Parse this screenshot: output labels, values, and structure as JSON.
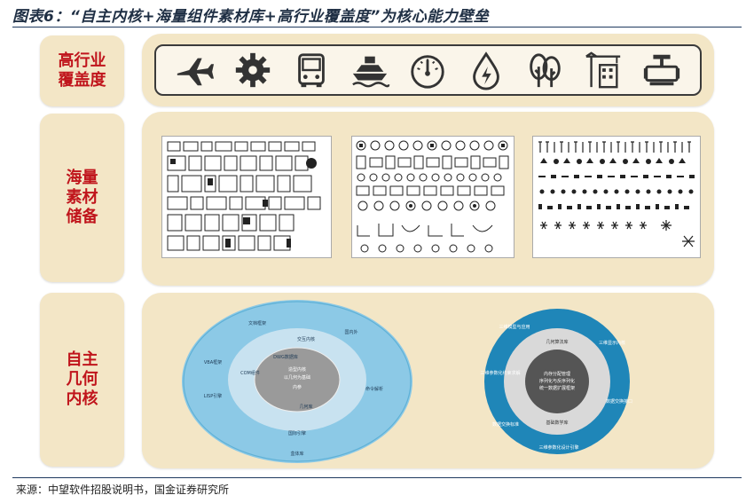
{
  "title": "图表6：“自主内核+海量组件素材库+高行业覆盖度”为核心能力壁垒",
  "rows": [
    {
      "label_lines": [
        "高行业",
        "覆盖度"
      ]
    },
    {
      "label_lines": [
        "海量",
        "素材",
        "储备"
      ]
    },
    {
      "label_lines": [
        "自主",
        "几何",
        "内核"
      ]
    }
  ],
  "industry_icons": [
    "airplane-icon",
    "gear-icon",
    "bus-icon",
    "ship-icon",
    "gauge-icon",
    "water-drop-energy-icon",
    "trees-icon",
    "building-crane-icon",
    "pipe-valve-icon"
  ],
  "left_circle": {
    "center": [
      "造型内核",
      "以几何为基础",
      "内参"
    ],
    "middle": [
      "DWG数据库",
      "几何库"
    ],
    "outer": [
      "交互内核",
      "国内外",
      "命令解析",
      "国际引擎",
      "COM组件",
      "LISP引擎",
      "VBA框架",
      "文档框架",
      "盒体库"
    ],
    "colors": {
      "outer": "#8cc9e6",
      "middle": "#b5d8ec",
      "center": "#9a9a9a"
    }
  },
  "right_circle": {
    "center": [
      "内存分配管理",
      "序列化与反序列化",
      "统一数据扩展框架"
    ],
    "middle": [
      "几何算法库",
      "基础数学库"
    ],
    "outer": [
      "三维模型与应用",
      "三维显示内核",
      "数据交换接口",
      "三维参数化设计引擎",
      "数据交换标准",
      "三维参数化约束求解"
    ],
    "colors": {
      "outer": "#1f86b8",
      "middle": "#d9d9d9",
      "center": "#555555"
    }
  },
  "source": "来源：中望软件招股说明书，国金证券研究所"
}
